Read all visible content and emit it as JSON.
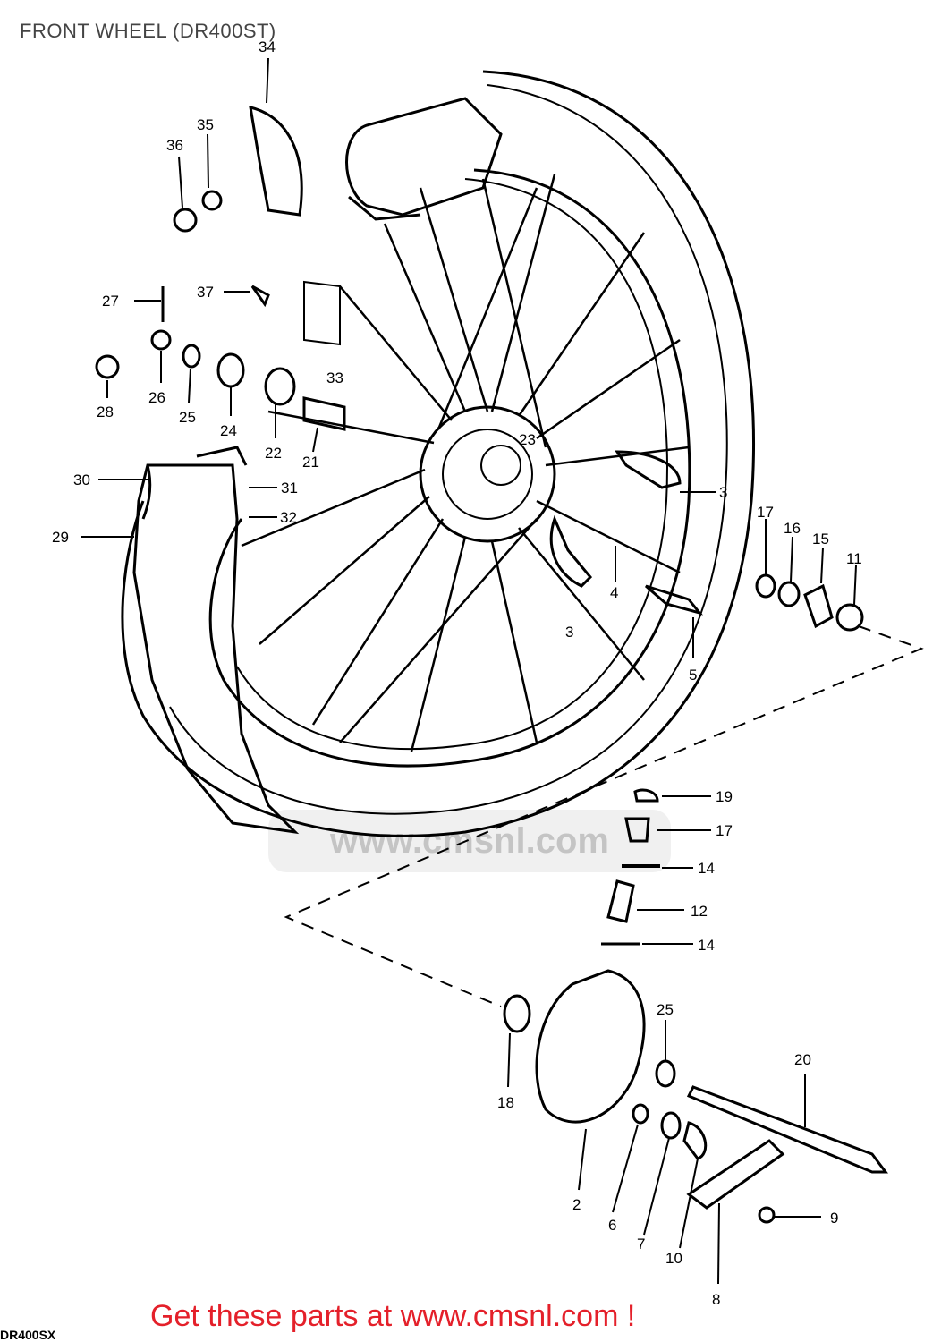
{
  "title": "FRONT WHEEL (DR400ST)",
  "watermark": "www.cmsnl.com",
  "cta": "Get these parts at www.cmsnl.com !",
  "corner_code": "DR400SX",
  "colors": {
    "line": "#000000",
    "cta": "#e4202a",
    "title": "#444444"
  },
  "part_labels": {
    "p34": "34",
    "p35": "35",
    "p36": "36",
    "p27": "27",
    "p37": "37",
    "p33": "33",
    "p28": "28",
    "p26": "26",
    "p25a": "25",
    "p24": "24",
    "p22": "22",
    "p21": "21",
    "p23": "23",
    "p30": "30",
    "p31": "31",
    "p32": "32",
    "p29": "29",
    "p3a": "3",
    "p17a": "17",
    "p16": "16",
    "p15": "15",
    "p11": "11",
    "p4": "4",
    "p3b": "3",
    "p5": "5",
    "p19": "19",
    "p17b": "17",
    "p14a": "14",
    "p12": "12",
    "p14b": "14",
    "p18": "18",
    "p25b": "25",
    "p20": "20",
    "p2": "2",
    "p6": "6",
    "p7": "7",
    "p10": "10",
    "p9": "9",
    "p8": "8"
  }
}
